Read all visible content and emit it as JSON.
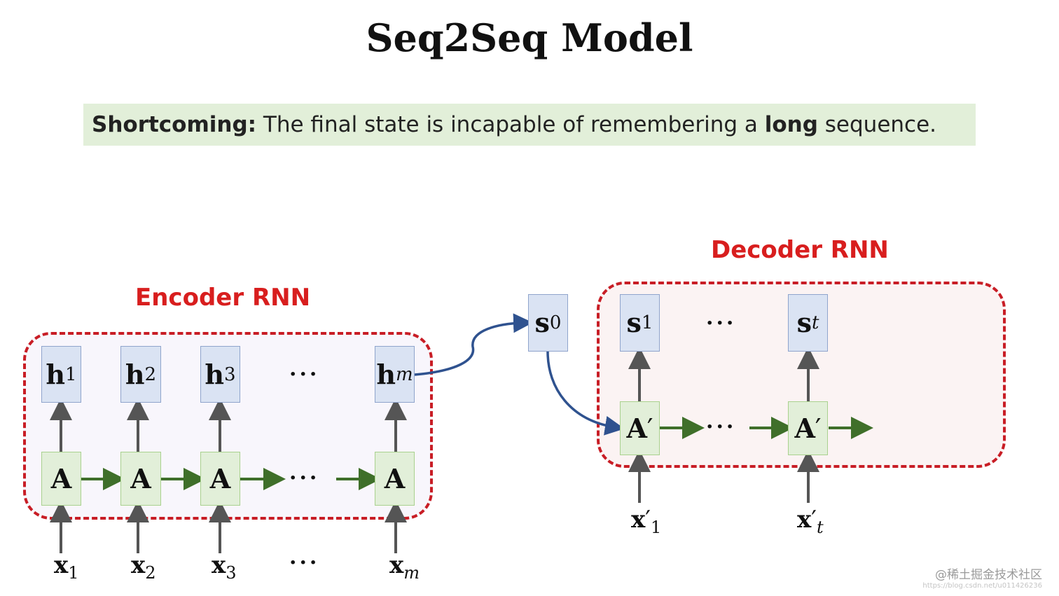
{
  "title": "Seq2Seq Model",
  "banner": {
    "bold_lead": "Shortcoming:",
    "text_a": " The final state is incapable of remembering a ",
    "bold_word": "long",
    "text_b": " sequence."
  },
  "encoder": {
    "label": "Encoder RNN",
    "cell_label": "A",
    "hidden": [
      {
        "base": "h",
        "sub": "1",
        "sub_italic": false
      },
      {
        "base": "h",
        "sub": "2",
        "sub_italic": false
      },
      {
        "base": "h",
        "sub": "3",
        "sub_italic": false
      },
      {
        "base": "h",
        "sub": "m",
        "sub_italic": true
      }
    ],
    "inputs": [
      {
        "base": "x",
        "sub": "1",
        "sub_italic": false
      },
      {
        "base": "x",
        "sub": "2",
        "sub_italic": false
      },
      {
        "base": "x",
        "sub": "3",
        "sub_italic": false
      },
      {
        "base": "x",
        "sub": "m",
        "sub_italic": true
      }
    ],
    "ellipsis": "···"
  },
  "bridge_state": {
    "base": "s",
    "sub": "0"
  },
  "decoder": {
    "label": "Decoder RNN",
    "cell_label": "A",
    "cell_prime": "′",
    "states": [
      {
        "base": "s",
        "sub": "1",
        "sub_italic": false
      },
      {
        "base": "s",
        "sub": "t",
        "sub_italic": true
      }
    ],
    "inputs": [
      {
        "base": "x",
        "prime": "′",
        "sub": "1",
        "sub_italic": false
      },
      {
        "base": "x",
        "prime": "′",
        "sub": "t",
        "sub_italic": true
      }
    ],
    "ellipsis": "···"
  },
  "watermark": {
    "line1": "@稀土掘金技术社区",
    "line2": "https://blog.csdn.net/u011426236"
  },
  "colors": {
    "region_border": "#c81d25",
    "label_red": "#d81e1e",
    "state_box": "#dae3f3",
    "cell_box": "#e2efd9",
    "green_arrow": "#3f6f2a",
    "gray_arrow": "#555555",
    "blue_arrow": "#2f528f"
  }
}
